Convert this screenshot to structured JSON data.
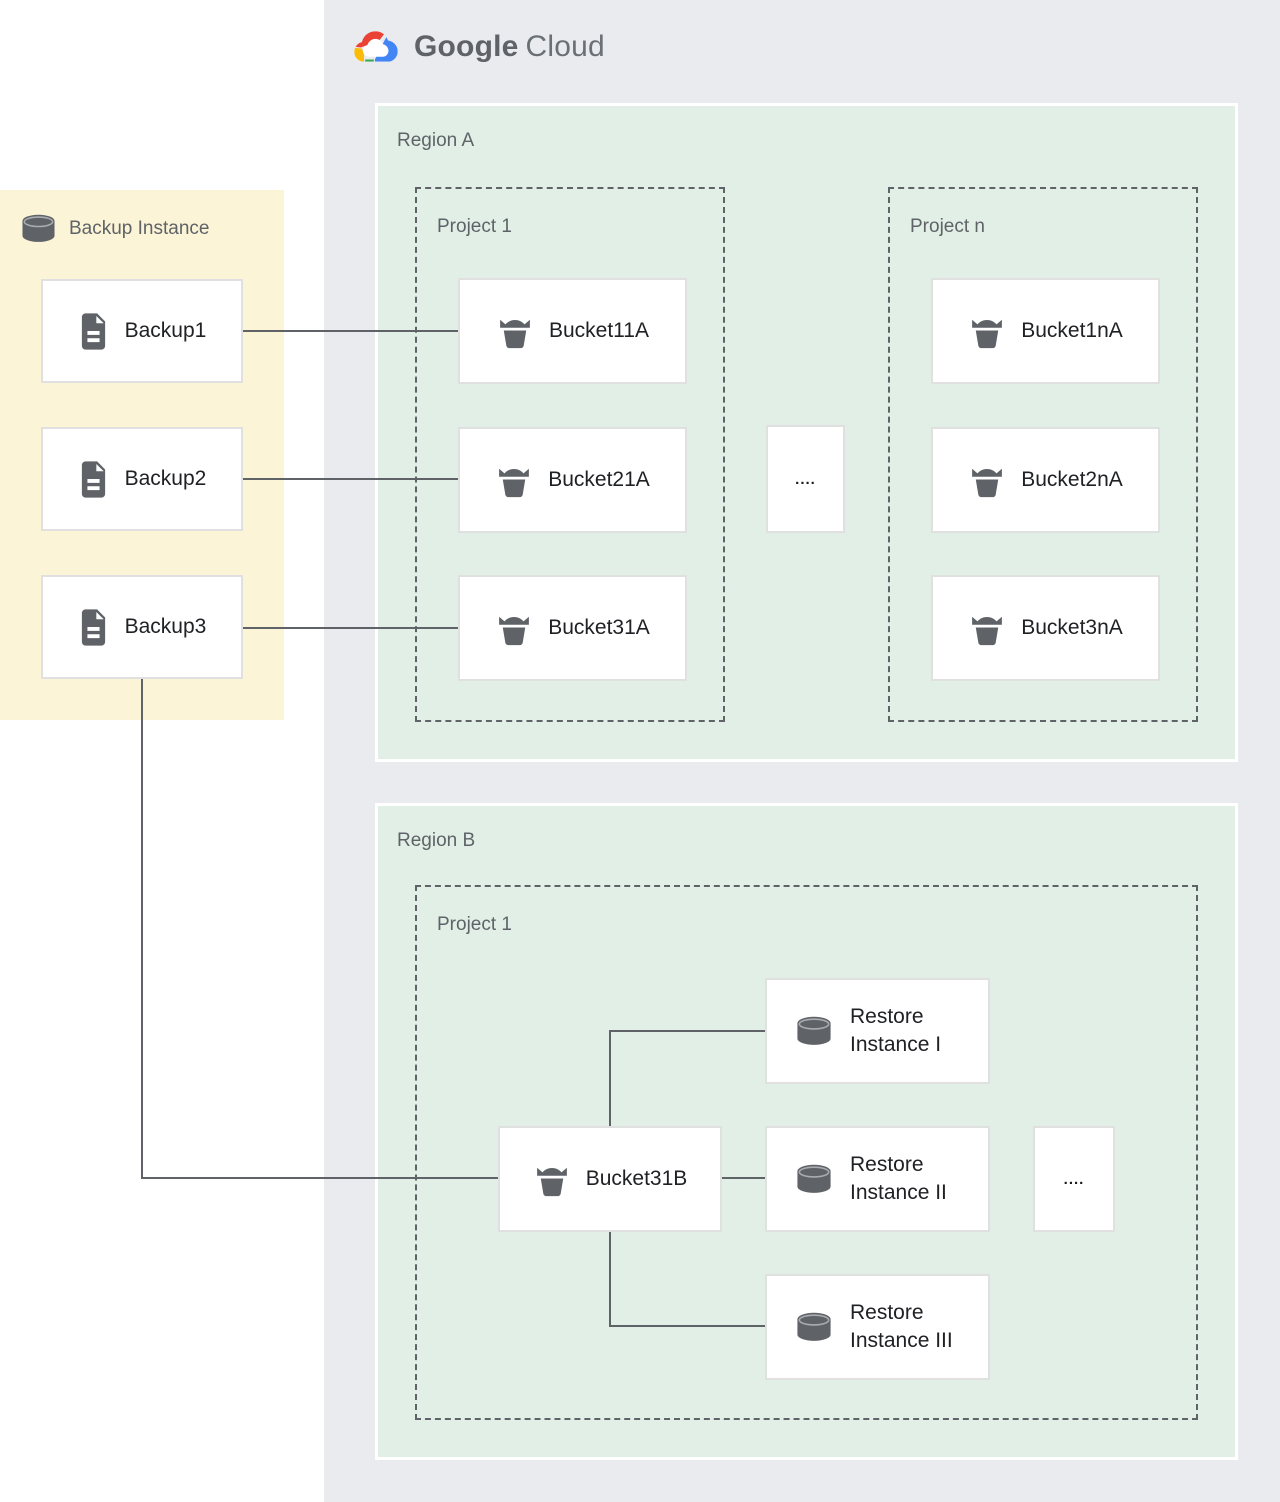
{
  "logo": {
    "brand": "Google",
    "product": "Cloud"
  },
  "backup_panel": {
    "title": "Backup Instance",
    "items": [
      {
        "label": "Backup1"
      },
      {
        "label": "Backup2"
      },
      {
        "label": "Backup3"
      }
    ]
  },
  "region_a": {
    "label": "Region A",
    "ellipsis": "....",
    "projects": [
      {
        "label": "Project 1",
        "buckets": [
          {
            "label": "Bucket11A"
          },
          {
            "label": "Bucket21A"
          },
          {
            "label": "Bucket31A"
          }
        ]
      },
      {
        "label": "Project n",
        "buckets": [
          {
            "label": "Bucket1nA"
          },
          {
            "label": "Bucket2nA"
          },
          {
            "label": "Bucket3nA"
          }
        ]
      }
    ]
  },
  "region_b": {
    "label": "Region B",
    "ellipsis": "....",
    "project": {
      "label": "Project 1",
      "bucket": {
        "label": "Bucket31B"
      },
      "restore_instances": [
        {
          "label": "Restore Instance I"
        },
        {
          "label": "Restore Instance II"
        },
        {
          "label": "Restore Instance III"
        }
      ]
    }
  },
  "colors": {
    "cloud_container_bg": "#e9ebee",
    "region_bg": "#e1efe6",
    "backup_panel_bg": "#fcf4d6",
    "card_bg": "#ffffff",
    "card_border": "#e0e0e0",
    "dashed_border": "#5f6368",
    "connector": "#5f6368",
    "label_text": "#5f6368",
    "card_text": "#202124",
    "icon_gray": "#5f6368",
    "logo_blue": "#4285f4",
    "logo_red": "#ea4335",
    "logo_yellow": "#fbbc05",
    "logo_green": "#34a853"
  }
}
